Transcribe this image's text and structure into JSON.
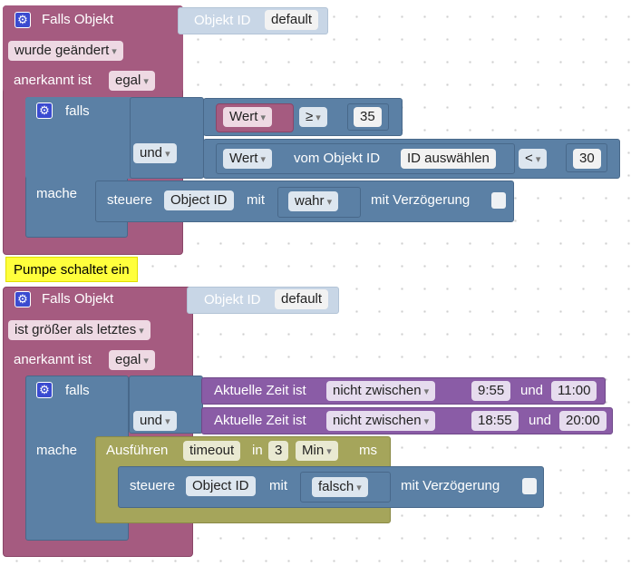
{
  "script1": {
    "header": "Falls Objekt",
    "object_label": "Objekt ID",
    "object_value": "default",
    "trigger": "wurde geändert",
    "ack_label": "anerkannt ist",
    "ack_value": "egal",
    "if_label": "falls",
    "and_label": "und",
    "do_label": "mache",
    "cond1": {
      "value_label": "Wert",
      "operator": "≥",
      "number": "35"
    },
    "cond2": {
      "value_label": "Wert",
      "from_object": "vom Objekt ID",
      "select": "ID auswählen",
      "operator": "<",
      "number": "30"
    },
    "action": {
      "label": "steuere",
      "object": "Object ID",
      "with": "mit",
      "value": "wahr",
      "delay": "mit Verzögerung"
    }
  },
  "comment": "Pumpe schaltet ein",
  "script2": {
    "header": "Falls Objekt",
    "object_label": "Objekt ID",
    "object_value": "default",
    "trigger": "ist größer als letztes",
    "ack_label": "anerkannt ist",
    "ack_value": "egal",
    "if_label": "falls",
    "and_label": "und",
    "do_label": "mache",
    "time1": {
      "label": "Aktuelle Zeit ist",
      "mode": "nicht zwischen",
      "from": "9:55",
      "and": "und",
      "to": "11:00"
    },
    "time2": {
      "label": "Aktuelle Zeit ist",
      "mode": "nicht zwischen",
      "from": "18:55",
      "and": "und",
      "to": "20:00"
    },
    "timeout": {
      "label": "Ausführen",
      "name": "timeout",
      "in": "in",
      "value": "3",
      "unit": "Min",
      "suffix": "ms"
    },
    "action": {
      "label": "steuere",
      "object": "Object ID",
      "with": "mit",
      "value": "falsch",
      "delay": "mit Verzögerung"
    }
  }
}
